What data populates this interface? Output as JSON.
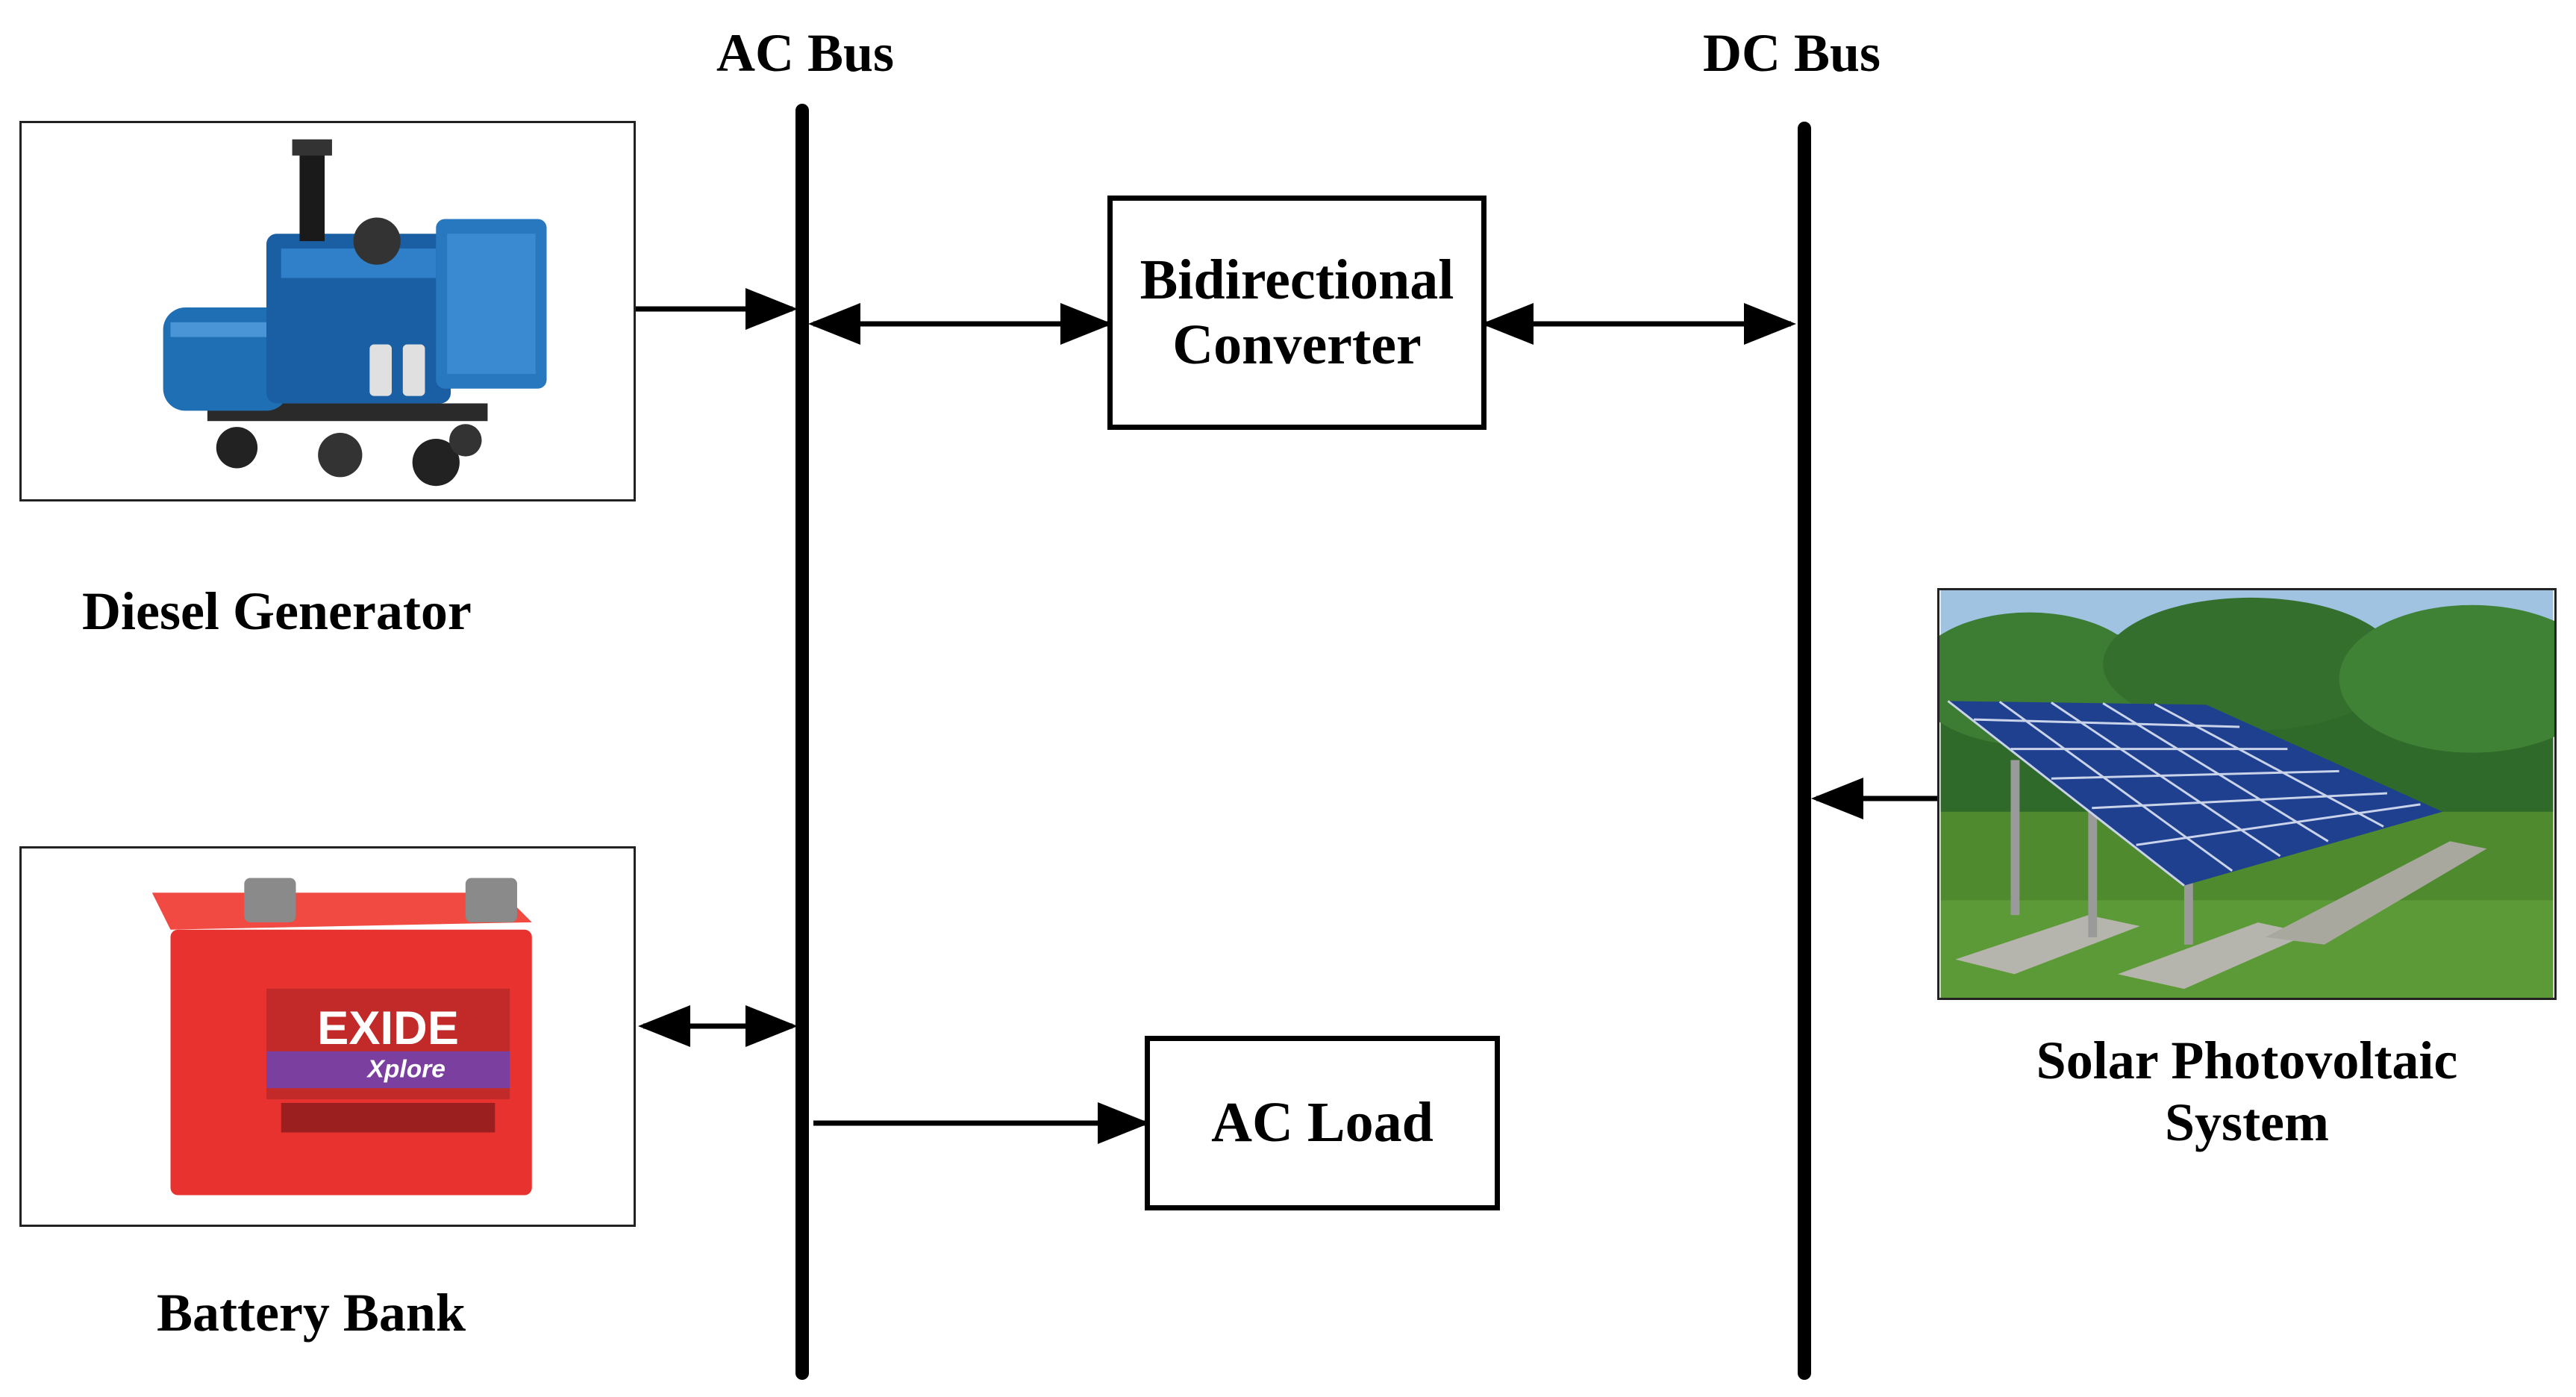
{
  "buses": {
    "ac": "AC Bus",
    "dc": "DC Bus"
  },
  "components": {
    "diesel_generator": "Diesel Generator",
    "battery_bank": "Battery Bank",
    "converter_line1": "Bidirectional",
    "converter_line2": "Converter",
    "ac_load": "AC Load",
    "solar_line1": "Solar Photovoltaic",
    "solar_line2": "System"
  },
  "battery_brand": {
    "logo": "EXIDE",
    "sub": "Xplore"
  },
  "colors": {
    "generator_blue": "#1f6fb5",
    "battery_red": "#e8322f",
    "panel_blue": "#1f3f8f",
    "grass_green": "#4f8a2e"
  }
}
